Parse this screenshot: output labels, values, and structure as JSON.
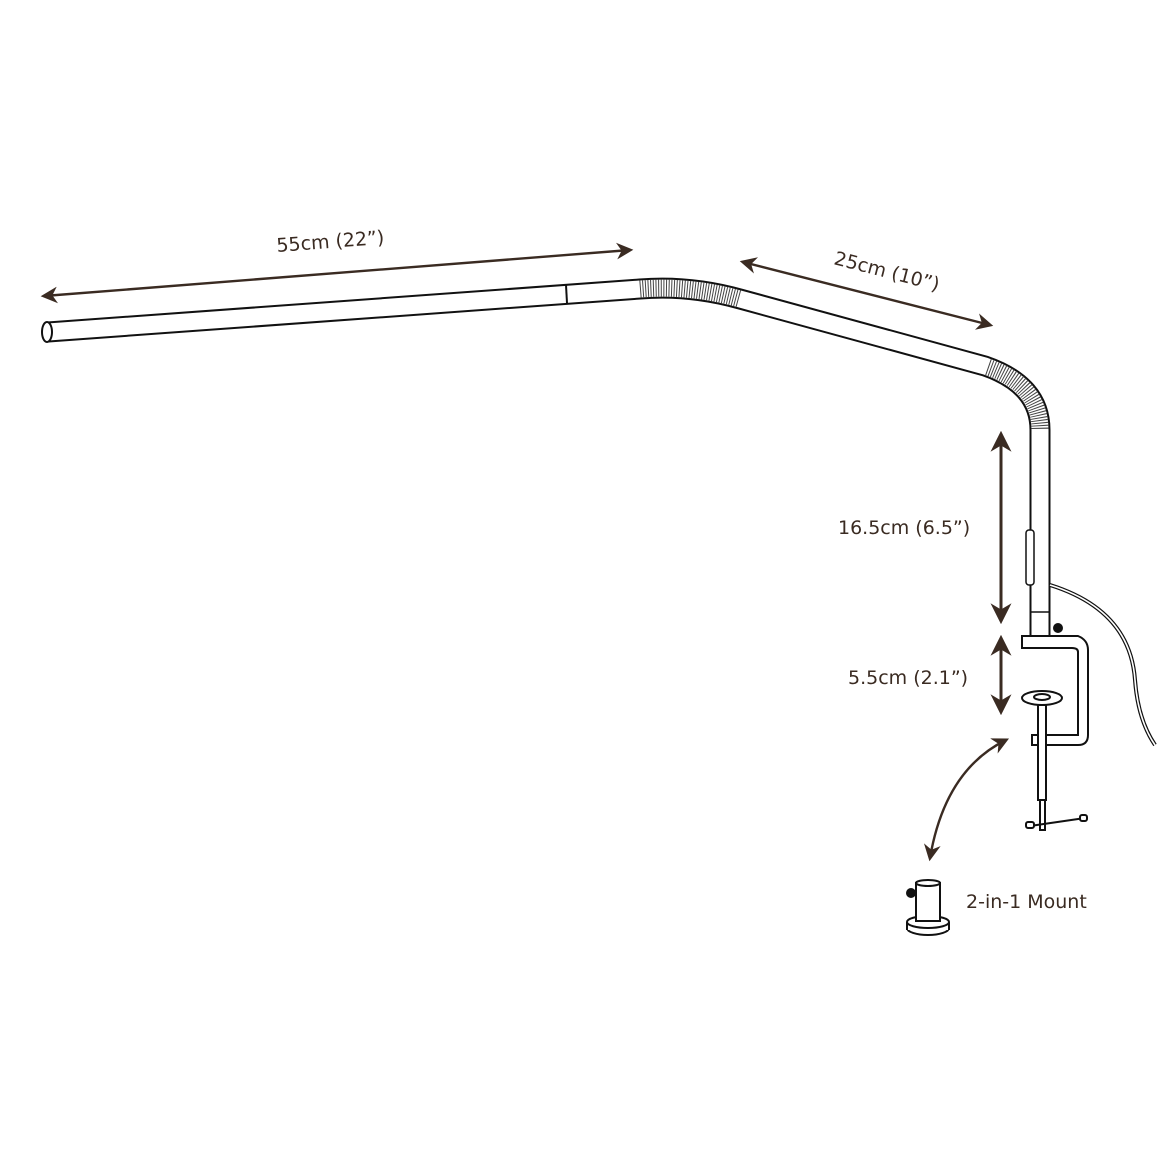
{
  "dimensions": {
    "arm_length": "55cm (22”)",
    "forearm_length": "25cm (10”)",
    "pole_height": "16.5cm (6.5”)",
    "clamp_opening": "5.5cm (2.1”)"
  },
  "mount_label": "2-in-1 Mount",
  "colors": {
    "line": "#111111",
    "annotation": "#3a2b22"
  }
}
